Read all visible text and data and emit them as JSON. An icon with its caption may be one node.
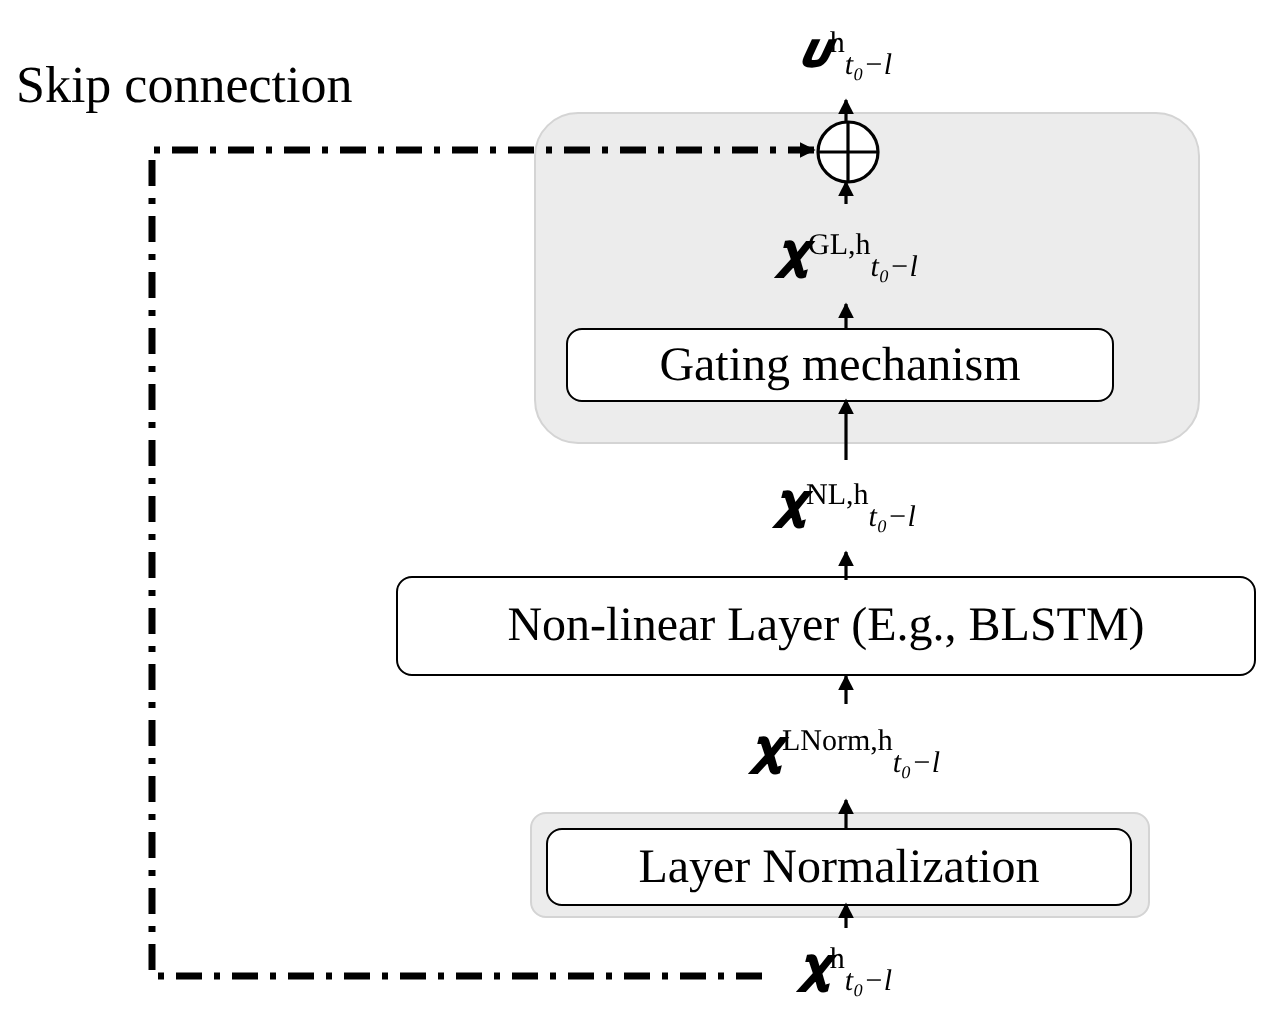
{
  "diagram": {
    "nodes": [
      {
        "text": [
          "**𝝊**$^{h}$$_{t₀−l}$"
        ]
      },
      {
        "text": [],
        "shape": "box"
      },
      {
        "text": [],
        "shape": "circle",
        "in": 1
      },
      {
        "text": [
          "**𝛘**$^{GL,h}$$_{t₀−l}$"
        ],
        "in": 1
      },
      {
        "text": [
          "Gating mechanism"
        ],
        "in": 1
      },
      {
        "text": [
          "**𝛘**$^{NL,h}$$_{t₀−l}$"
        ]
      },
      {
        "text": [
          "Non-linear Layer (E.g., BLSTM)"
        ]
      },
      {
        "text": [
          "**𝛘**$^{LNorm,h}$$_{t₀−l}$"
        ]
      },
      {
        "text": [],
        "shape": "box"
      },
      {
        "text": [
          "Layer Normalization"
        ],
        "in": 8
      },
      {
        "text": [
          "**𝛘**$^{h}$$_{t₀−l}$"
        ]
      }
    ],
    "edges": [
      {
        "from": 10,
        "to": 9,
        "arrow": "to"
      },
      {
        "from": 9,
        "to": 7,
        "arrow": "to"
      },
      {
        "from": 7,
        "to": 6,
        "arrow": "to"
      },
      {
        "from": 6,
        "to": 5,
        "arrow": "to"
      },
      {
        "from": 5,
        "to": 4,
        "arrow": "to"
      },
      {
        "from": 4,
        "to": 3,
        "arrow": "to"
      },
      {
        "from": 3,
        "to": 2,
        "arrow": "to"
      },
      {
        "from": 2,
        "to": 0,
        "arrow": "to"
      },
      {
        "from": 10,
        "to": 2,
        "arrow": "to",
        "style": "dashed",
        "label": "Skip connection"
      }
    ]
  }
}
